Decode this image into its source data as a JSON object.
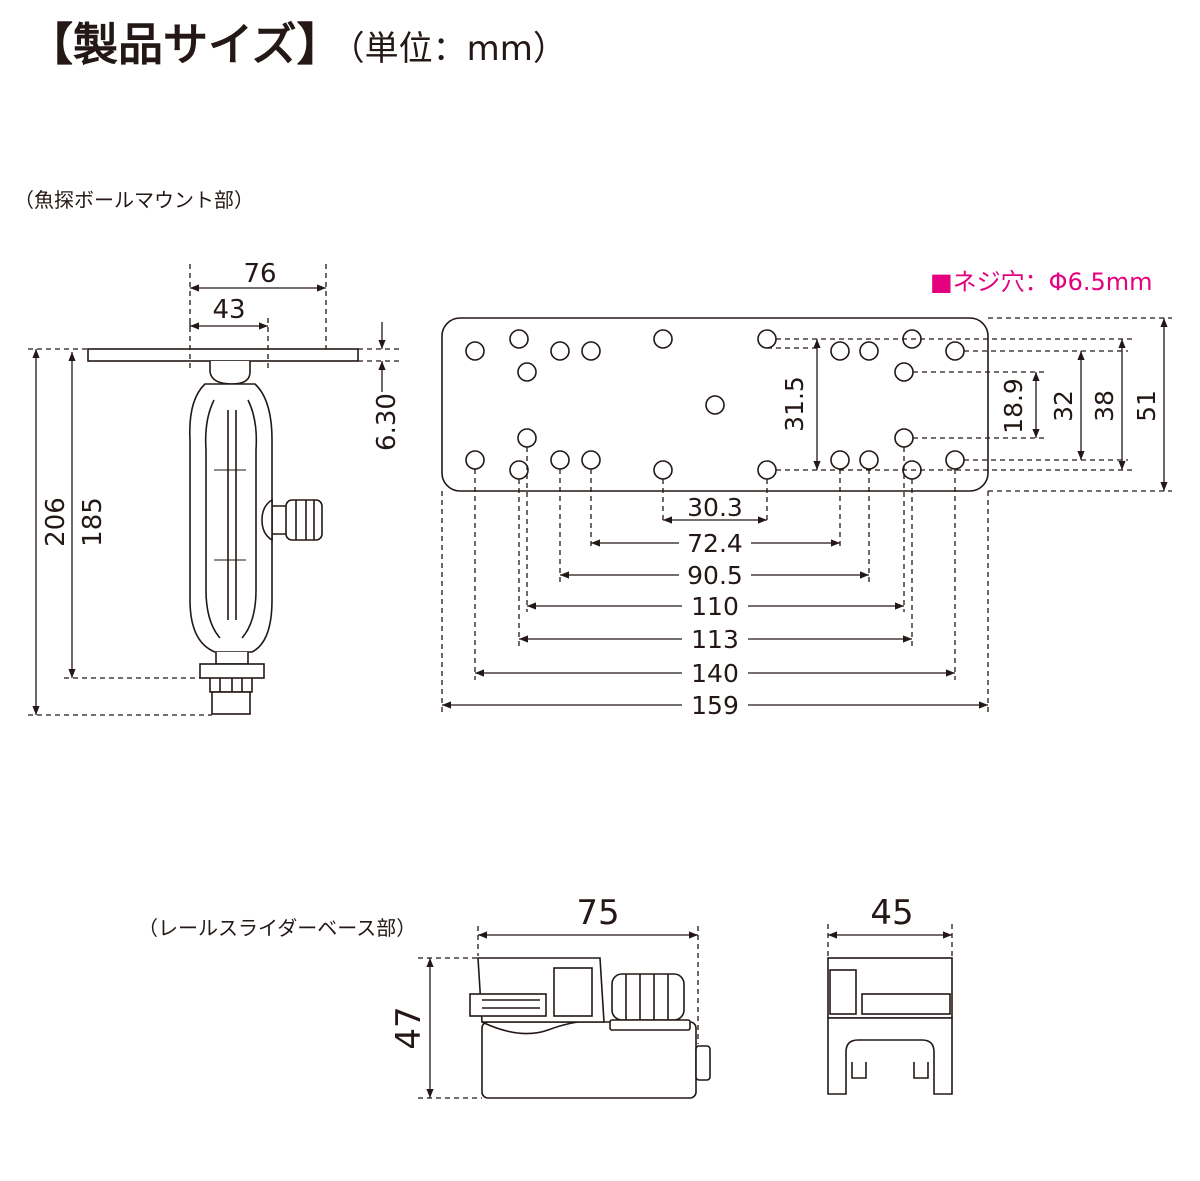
{
  "header": {
    "title": "【製品サイズ】",
    "unit": "（単位：mm）"
  },
  "sections": {
    "ball_mount_label": "（魚探ボールマウント部）",
    "rail_base_label": "（レールスライダーベース部）"
  },
  "legend": {
    "screw_hole": "■ネジ穴：Φ6.5mm"
  },
  "dimensions": {
    "mount": {
      "w76": "76",
      "w43": "43",
      "h630": "6.30",
      "h206": "206",
      "h185": "185"
    },
    "plate": {
      "v315": "31.5",
      "v189": "18.9",
      "v32": "32",
      "v38": "38",
      "v51": "51",
      "h303": "30.3",
      "h724": "72.4",
      "h905": "90.5",
      "h110": "110",
      "h113": "113",
      "h140": "140",
      "h159": "159"
    },
    "base": {
      "w75": "75",
      "h47": "47",
      "w45": "45"
    }
  },
  "colors": {
    "line": "#231815",
    "accent": "#e4007f",
    "part_fill": "#ffffff"
  }
}
